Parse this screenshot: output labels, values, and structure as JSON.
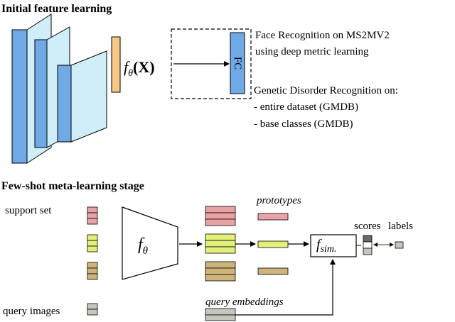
{
  "top": {
    "title": "Initial feature learning",
    "f_symbol": "f",
    "f_subscript": "θ",
    "f_arg_open": "(",
    "f_arg": "X",
    "f_arg_close": ")",
    "fc_label": "FC",
    "notes": [
      "Face Recognition on MS2MV2",
      "using deep metric learning",
      "Genetic Disorder Recognition on:",
      "- entire dataset (GMDB)",
      "- base classes (GMDB)"
    ]
  },
  "bottom": {
    "title": "Few-shot meta-learning stage",
    "support_label": "support set",
    "query_images_label": "query images",
    "encoder_symbol": "f",
    "encoder_subscript": "θ",
    "prototypes_label": "prototypes",
    "query_embeddings_label": "query embeddings",
    "sim_symbol": "f",
    "sim_subscript": "sim.",
    "scores_label": "scores",
    "labels_label": "labels"
  },
  "colors": {
    "cnn_blue": "#6fa9e6",
    "cnn_light": "#cfeef8",
    "feature_orange": "#f6c886",
    "pink": "#e9a3a8",
    "yellow_green": "#e3f07a",
    "tan": "#cdb47a",
    "gray": "#c6c6be",
    "dark_gray": "#6a6a6a"
  }
}
